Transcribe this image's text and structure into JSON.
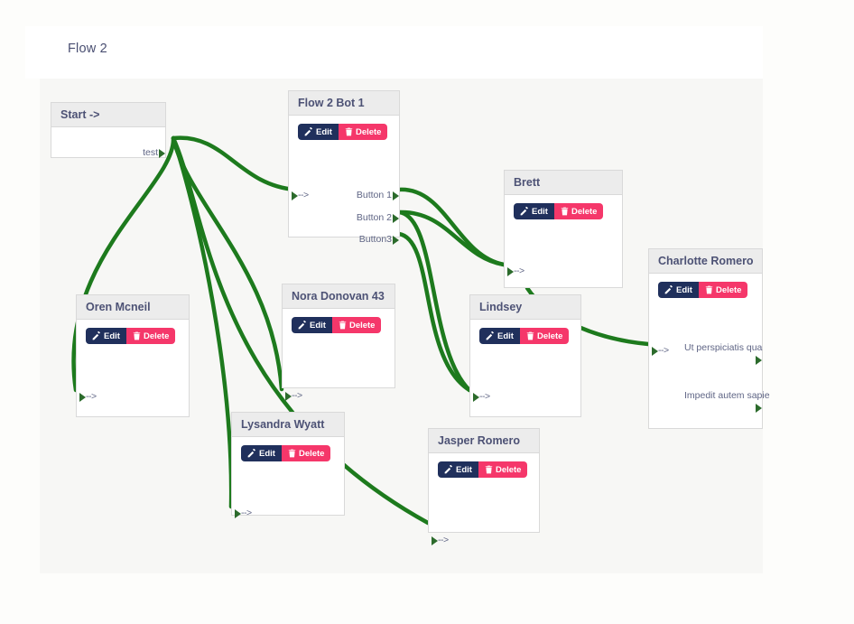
{
  "header": {
    "title": "Flow 2"
  },
  "theme": {
    "edge_color": "#1d7a1d",
    "edit_bg": "#20305c",
    "delete_bg": "#f5376a",
    "node_header_bg": "#ececec",
    "node_border": "#d9d9d9",
    "canvas_bg": "#f7f7f5",
    "title_color": "#4a4f72"
  },
  "buttons": {
    "edit_label": "Edit",
    "delete_label": "Delete"
  },
  "nodes": [
    {
      "id": "start",
      "title": "Start ->",
      "has_actions": false,
      "inputs": [],
      "outputs": [
        "test"
      ]
    },
    {
      "id": "flow2bot1",
      "title": "Flow 2 Bot 1",
      "has_actions": true,
      "inputs": [
        "-->"
      ],
      "outputs": [
        "Button 1",
        "Button 2",
        "Button3"
      ]
    },
    {
      "id": "brett",
      "title": "Brett",
      "has_actions": true,
      "inputs": [
        "-->"
      ],
      "outputs": []
    },
    {
      "id": "charlotte",
      "title": "Charlotte Romero",
      "has_actions": true,
      "inputs": [
        "-->"
      ],
      "outputs": [
        "Ut perspiciatis qua",
        "Impedit autem sapie"
      ]
    },
    {
      "id": "oren",
      "title": "Oren Mcneil",
      "has_actions": true,
      "inputs": [
        "-->"
      ],
      "outputs": []
    },
    {
      "id": "nora",
      "title": "Nora Donovan 43",
      "has_actions": true,
      "inputs": [
        "-->"
      ],
      "outputs": []
    },
    {
      "id": "lindsey",
      "title": "Lindsey",
      "has_actions": true,
      "inputs": [
        "-->"
      ],
      "outputs": []
    },
    {
      "id": "lysandra",
      "title": "Lysandra Wyatt",
      "has_actions": true,
      "inputs": [
        "-->"
      ],
      "outputs": []
    },
    {
      "id": "jasper",
      "title": "Jasper Romero",
      "has_actions": true,
      "inputs": [
        "-->"
      ],
      "outputs": []
    }
  ],
  "edges": [
    {
      "from": "start.test",
      "to": "flow2bot1.in"
    },
    {
      "from": "start.test",
      "to": "oren.in"
    },
    {
      "from": "start.test",
      "to": "nora.in"
    },
    {
      "from": "start.test",
      "to": "lysandra.in"
    },
    {
      "from": "start.test",
      "to": "jasper.in"
    },
    {
      "from": "flow2bot1.Button 1",
      "to": "brett.in"
    },
    {
      "from": "flow2bot1.Button 2",
      "to": "brett.in"
    },
    {
      "from": "flow2bot1.Button 2",
      "to": "lindsey.in"
    },
    {
      "from": "flow2bot1.Button3",
      "to": "lindsey.in"
    },
    {
      "from": "brett.out",
      "to": "charlotte.in"
    }
  ]
}
